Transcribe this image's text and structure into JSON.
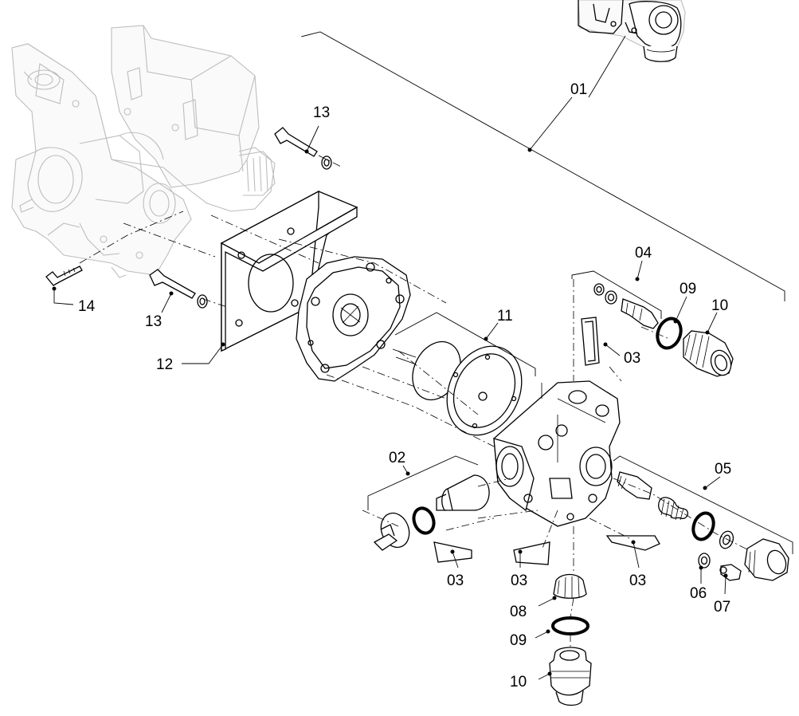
{
  "callouts": {
    "p01": "01",
    "p02": "02",
    "p03a": "03",
    "p03b": "03",
    "p03c": "03",
    "p03d": "03",
    "p04": "04",
    "p05": "05",
    "p06": "06",
    "p07": "07",
    "p08": "08",
    "p09a": "09",
    "p09b": "09",
    "p10a": "10",
    "p10b": "10",
    "p11": "11",
    "p12": "12",
    "p13a": "13",
    "p13b": "13",
    "p14": "14"
  }
}
